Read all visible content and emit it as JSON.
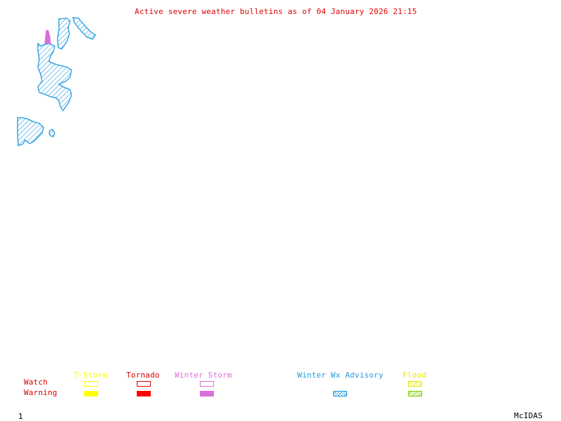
{
  "header": {
    "title": "Active severe weather bulletins as of 04 January 2026 21:15"
  },
  "map": {
    "regions": [
      {
        "type": "winter-wx-advisory",
        "color": "#1e9be0",
        "style": "hatched"
      },
      {
        "type": "winter-storm-warning",
        "color": "#d870d8",
        "style": "solid"
      }
    ]
  },
  "legend": {
    "row_labels": {
      "watch": "Watch",
      "warning": "Warning"
    },
    "row_label_color": "#e00000",
    "categories": [
      {
        "name": "T-Storm",
        "color": "#ffff00",
        "watch": "outline",
        "warning": "solid"
      },
      {
        "name": "Tornado",
        "color": "#e00000",
        "watch": "outline",
        "warning": "solid"
      },
      {
        "name": "Winter Storm",
        "color": "#d870d8",
        "watch": "outline",
        "warning": "solid"
      },
      {
        "name": "Winter Wx Advisory",
        "color": "#1e9be0",
        "watch": "none",
        "warning": "hatched"
      },
      {
        "name": "Flood",
        "color": "#e8e800",
        "watch": "hatched",
        "warning": "hatched",
        "warning_color": "#7ccc00"
      }
    ]
  },
  "footer": {
    "frame_number": "1",
    "software": "McIDAS"
  }
}
